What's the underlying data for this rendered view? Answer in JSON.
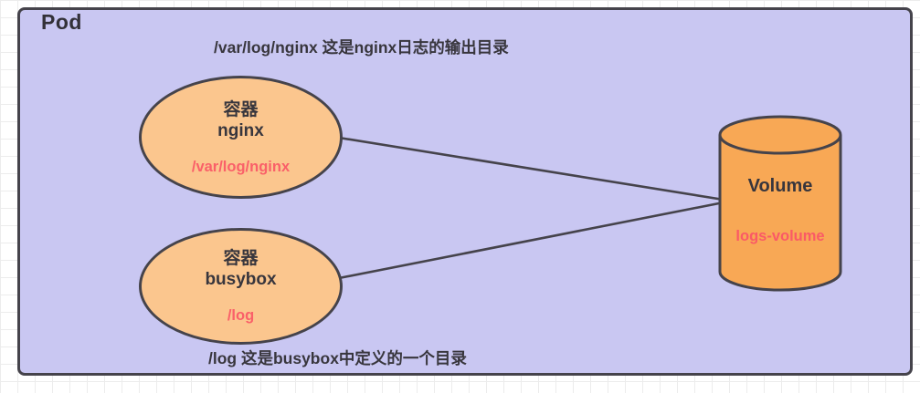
{
  "diagram": {
    "pod": {
      "label": "Pod"
    },
    "annotations": {
      "top": "/var/log/nginx 这是nginx日志的输出目录",
      "bottom": "/log 这是busybox中定义的一个目录"
    },
    "containers": [
      {
        "type_label": "容器",
        "name": "nginx",
        "mount_path": "/var/log/nginx"
      },
      {
        "type_label": "容器",
        "name": "busybox",
        "mount_path": "/log"
      }
    ],
    "volume": {
      "label": "Volume",
      "name": "logs-volume"
    },
    "colors": {
      "pod_fill": "#c9c7f2",
      "container_fill": "#fbc68e",
      "volume_fill": "#f8a855",
      "shape_stroke": "#45434b",
      "dark_text": "#38363d",
      "accent_red": "#fa5a66",
      "grid_line": "#ececec"
    }
  }
}
